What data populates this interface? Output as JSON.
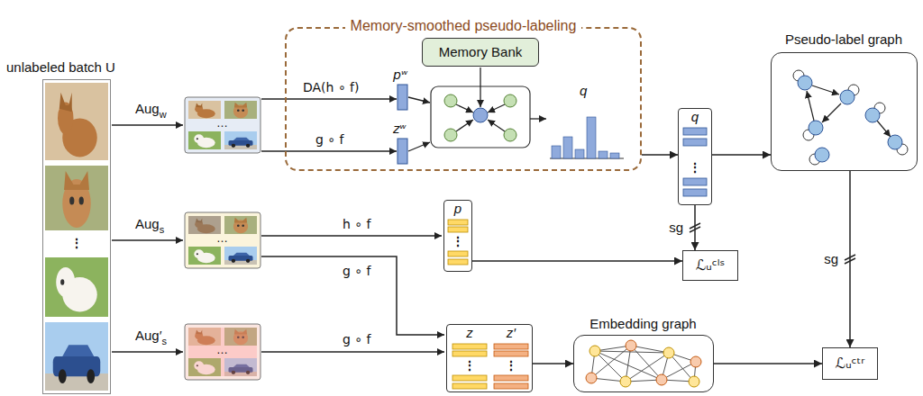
{
  "diagram": {
    "nodes": [
      {
        "text": [
          "unlabeled batch U",
          "⋮"
        ]
      },
      {
        "text": [
          "Memory-smoothed pseudo-labeling",
          "DA(h ∘ f)",
          "pʷ",
          "g ∘ f",
          "zʷ",
          "q"
        ]
      },
      {
        "text": [
          "Memory Bank"
        ],
        "in": 1
      },
      {
        "text": [
          "Pseudo-label graph"
        ]
      },
      {
        "text": [
          "q",
          "⋮"
        ]
      },
      {
        "text": [
          "p",
          "⋮"
        ]
      },
      {
        "text": [
          "ℒᵤᶜˡˢ"
        ]
      },
      {
        "text": [
          "z",
          "z′",
          "⋮",
          "⋮"
        ]
      },
      {
        "text": [
          "Embedding graph"
        ]
      },
      {
        "text": [
          "ℒᵤᶜᵗʳ"
        ]
      }
    ],
    "edges": [
      {
        "from": 1,
        "to": 4,
        "arrow": "to"
      },
      {
        "from": 4,
        "to": 3,
        "arrow": "to"
      },
      {
        "from": 4,
        "to": 6,
        "label": "sg",
        "arrow": "to"
      },
      {
        "from": 5,
        "to": 6,
        "arrow": "to"
      },
      {
        "from": 3,
        "to": 9,
        "label": "sg",
        "arrow": "to"
      },
      {
        "from": 7,
        "to": 8,
        "arrow": "to"
      },
      {
        "from": 8,
        "to": 9,
        "arrow": "to"
      }
    ],
    "labels": [
      "Aug",
      "w",
      "Aug",
      "s",
      "Aug′",
      "s",
      "…",
      "…",
      "…",
      "h ∘ f",
      "g ∘ f",
      "g ∘ f"
    ]
  }
}
